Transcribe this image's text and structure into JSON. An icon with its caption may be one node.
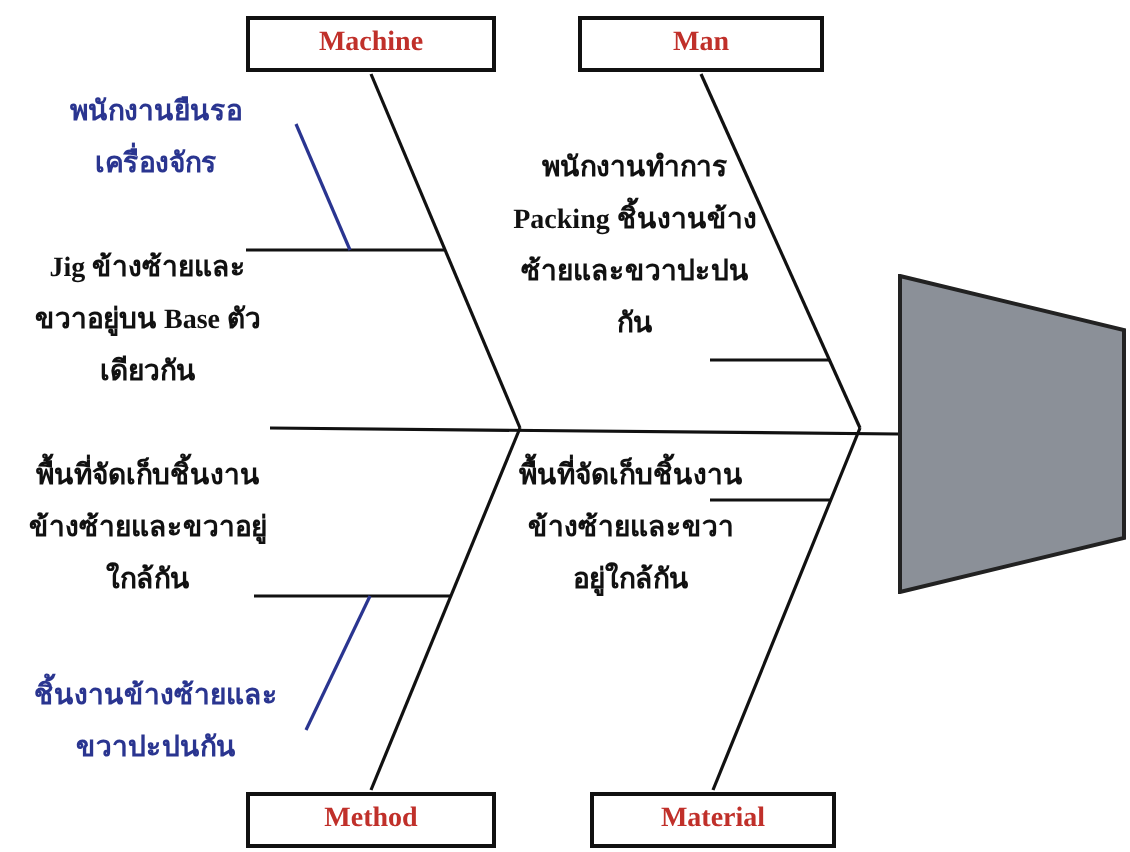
{
  "diagram": {
    "nodes": [
      {
        "text": [
          "Machine"
        ]
      },
      {
        "text": [
          "Man"
        ]
      },
      {
        "text": [],
        "shape": "trapezoid"
      },
      {
        "text": [
          "Method"
        ]
      },
      {
        "text": [
          "Material"
        ]
      }
    ],
    "edges": [
      {
        "from": null,
        "to": 2,
        "arrow": "none"
      },
      {
        "from": 0,
        "to": null,
        "arrow": "none"
      },
      {
        "from": 1,
        "to": null,
        "arrow": "none"
      },
      {
        "from": 3,
        "to": null,
        "arrow": "none"
      },
      {
        "from": 4,
        "to": null,
        "arrow": "none"
      }
    ],
    "labels": [
      "พนักงานยืนรอเครื่องจักร",
      "พนักงานทำการ Packing ชิ้นงานข้างซ้ายและขวาปะปนกัน",
      "Jig ข้างซ้ายและขวาอยู่บน Base ตัวเดียวกัน",
      "พื้นที่จัดเก็บชิ้นงานข้างซ้ายและขวาอยู่ใกล้กัน",
      "พื้นที่จัดเก็บชิ้นงานข้างซ้ายและขวาอยู่ใกล้กัน",
      "ชิ้นงานข้างซ้ายและขวาปะปนกัน"
    ]
  }
}
